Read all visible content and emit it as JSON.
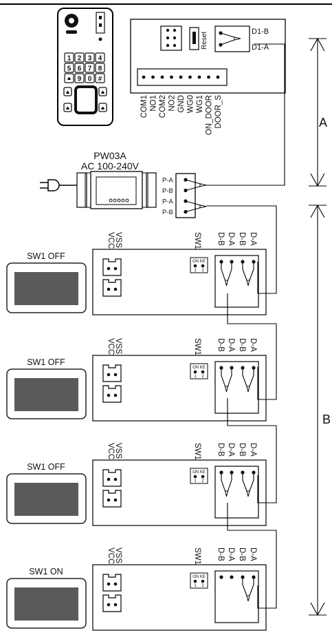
{
  "door_station": {
    "keypad_keys": [
      "1",
      "2",
      "3",
      "4",
      "5",
      "6",
      "7",
      "8",
      "9",
      "0",
      "#"
    ],
    "reset_label": "Reset",
    "bus_labels": [
      "D1-B",
      "D1-A"
    ],
    "terminals": [
      "COM1",
      "NO1",
      "COM2",
      "NO2",
      "GND",
      "WG0",
      "WG1",
      "ON_DOOR",
      "DOOR_S"
    ]
  },
  "power_supply": {
    "model": "PW03A",
    "rating": "AC 100-240V",
    "outputs": [
      "P-A",
      "P-B",
      "P-A",
      "P-B"
    ]
  },
  "monitors": [
    {
      "switch_label": "SW1 OFF"
    },
    {
      "switch_label": "SW1 OFF"
    },
    {
      "switch_label": "SW1 OFF"
    },
    {
      "switch_label": "SW1 ON"
    }
  ],
  "monitor_board": {
    "power_labels": [
      "VSS",
      "VCC"
    ],
    "dip_name": "SW1",
    "dip_text": "ON KE",
    "dip_numbers": [
      "1",
      "2"
    ],
    "bus_labels": [
      "D-B",
      "D-A",
      "D-B",
      "D-A"
    ]
  },
  "dimensions": {
    "a": "A",
    "b": "B"
  }
}
